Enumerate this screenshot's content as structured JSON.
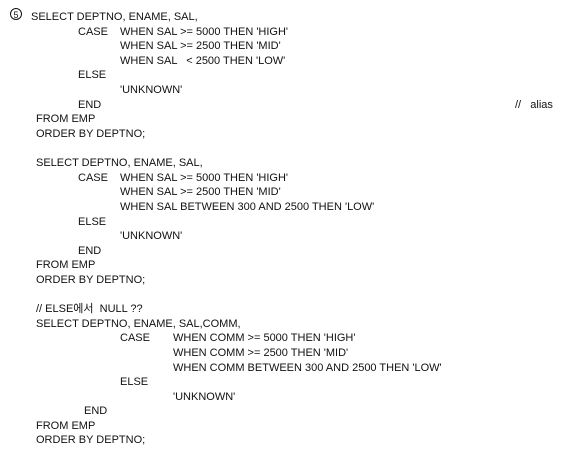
{
  "marker": "5",
  "lines": [
    "SELECT DEPTNO, ENAME, SAL,",
    "CASE",
    "WHEN SAL >= 5000 THEN 'HIGH'",
    "WHEN SAL >= 2500 THEN 'MID'",
    "WHEN SAL   < 2500 THEN 'LOW'",
    "ELSE",
    "'UNKNOWN'",
    "END",
    "//   alias",
    "FROM EMP",
    "ORDER BY DEPTNO;",
    "SELECT DEPTNO, ENAME, SAL,",
    "CASE",
    "WHEN SAL >= 5000 THEN 'HIGH'",
    "WHEN SAL >= 2500 THEN 'MID'",
    "WHEN SAL BETWEEN 300 AND 2500 THEN 'LOW'",
    "ELSE",
    "'UNKNOWN'",
    "END",
    "FROM EMP",
    "ORDER BY DEPTNO;",
    "// ELSE에서  NULL ??",
    "SELECT DEPTNO, ENAME, SAL,COMM,",
    "CASE",
    "WHEN COMM >= 5000 THEN 'HIGH'",
    "WHEN COMM >= 2500 THEN 'MID'",
    "WHEN COMM BETWEEN 300 AND 2500 THEN 'LOW'",
    "ELSE",
    "'UNKNOWN'",
    "END",
    "FROM EMP",
    "ORDER BY DEPTNO;"
  ]
}
